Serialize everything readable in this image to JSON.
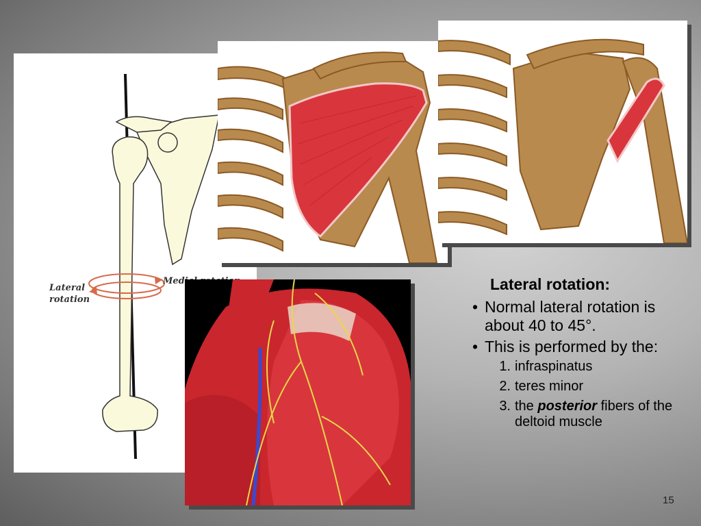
{
  "diagram": {
    "lateral_label": "Lateral rotation",
    "medial_label": "Medial rotation"
  },
  "text": {
    "heading": "Lateral rotation:",
    "bullets": [
      "Normal lateral rotation is about 40 to 45°.",
      "This is performed by the:"
    ],
    "numbered": [
      {
        "num": "1.",
        "pre": "infraspinatus",
        "bold": "",
        "post": ""
      },
      {
        "num": "2.",
        "pre": "teres minor",
        "bold": "",
        "post": ""
      },
      {
        "num": "3.",
        "pre": "the ",
        "bold": "posterior",
        "post": " fibers of the deltoid muscle"
      }
    ]
  },
  "slide_number": "15",
  "colors": {
    "bone": "#b98a4e",
    "muscle": "#d8363c",
    "nerve": "#e8d84a",
    "vessel": "#3a4ad0"
  }
}
